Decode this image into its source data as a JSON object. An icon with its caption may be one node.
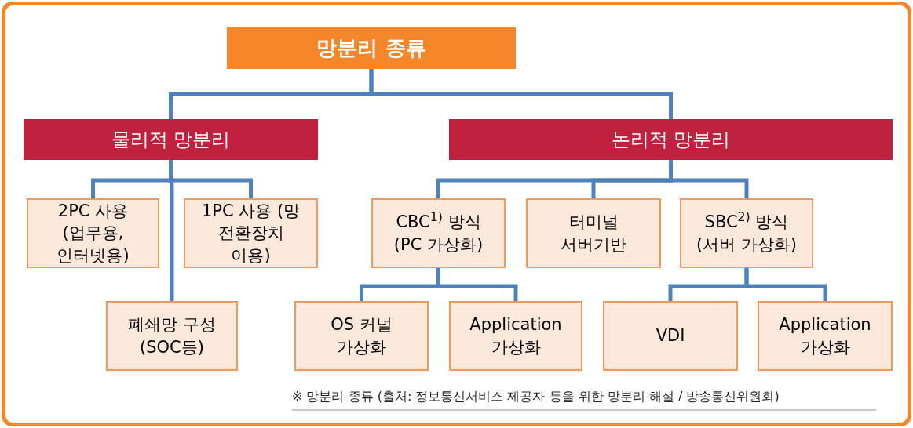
{
  "diagram": {
    "nodes": [
      {
        "text": [
          "망분리 종류"
        ]
      },
      {
        "text": [
          "물리적 망분리"
        ]
      },
      {
        "text": [
          "논리적 망분리"
        ]
      },
      {
        "text": [
          "2PC 사용 (업무용, 인터넷용)"
        ]
      },
      {
        "text": [
          "1PC 사용 (망 전환장치 이용)"
        ]
      },
      {
        "text": [
          "폐쇄망 구성 (SOC등)"
        ]
      },
      {
        "text": [
          "CBC$^{1)}$ 방식 (PC 가상화)"
        ]
      },
      {
        "text": [
          "터미널 서버기반"
        ]
      },
      {
        "text": [
          "SBC$^{2)}$ 방식 (서버 가상화)"
        ]
      },
      {
        "text": [
          "OS 커널 가상화"
        ]
      },
      {
        "text": [
          "Application 가상화"
        ]
      },
      {
        "text": [
          "VDI"
        ]
      },
      {
        "text": [
          "Application 가상화"
        ]
      }
    ],
    "edges": [
      {
        "from": 0,
        "to": 1,
        "arrow": "none"
      },
      {
        "from": 0,
        "to": 2,
        "arrow": "none"
      },
      {
        "from": 1,
        "to": 3,
        "arrow": "none"
      },
      {
        "from": 1,
        "to": 4,
        "arrow": "none"
      },
      {
        "from": 1,
        "to": 5,
        "arrow": "none"
      },
      {
        "from": 2,
        "to": 6,
        "arrow": "none"
      },
      {
        "from": 2,
        "to": 7,
        "arrow": "none"
      },
      {
        "from": 2,
        "to": 8,
        "arrow": "none"
      },
      {
        "from": 6,
        "to": 9,
        "arrow": "none"
      },
      {
        "from": 6,
        "to": 10,
        "arrow": "none"
      },
      {
        "from": 8,
        "to": 11,
        "arrow": "none"
      },
      {
        "from": 8,
        "to": 12,
        "arrow": "none"
      }
    ],
    "caption": "※ 망분리 종류 (출처: 정보통신서비스 제공자 등을 위한 망분리 해설 / 방송통신위원회)"
  }
}
